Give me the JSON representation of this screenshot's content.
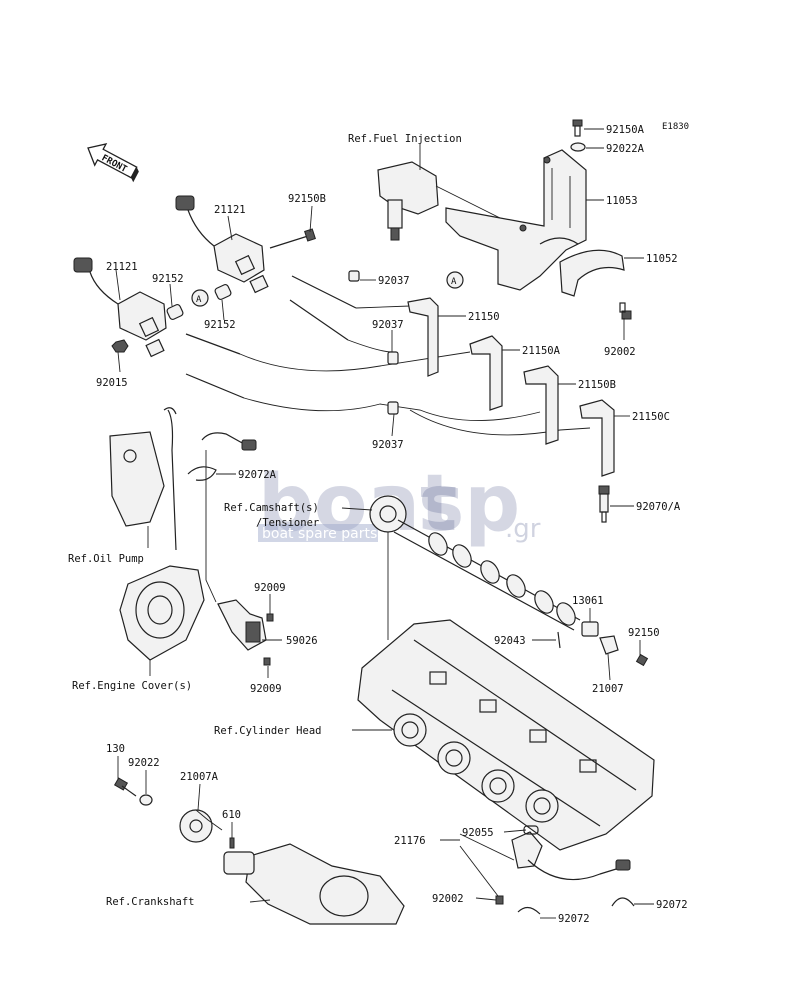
{
  "diagram_code": "E1830",
  "front_marker": "FRONT",
  "circle_marker": "A",
  "references": {
    "fuel_injection": "Ref.Fuel Injection",
    "camshaft_tensioner_1": "Ref.Camshaft(s)",
    "camshaft_tensioner_2": "/Tensioner",
    "oil_pump": "Ref.Oil Pump",
    "engine_cover": "Ref.Engine Cover(s)",
    "cylinder_head": "Ref.Cylinder Head",
    "crankshaft": "Ref.Crankshaft"
  },
  "parts": {
    "p92150A": "92150A",
    "p92022A": "92022A",
    "p11053": "11053",
    "p11052": "11052",
    "p92002_top": "92002",
    "p21121_a": "21121",
    "p21121_b": "21121",
    "p92150B": "92150B",
    "p92152_a": "92152",
    "p92152_b": "92152",
    "p92037_a": "92037",
    "p92037_b": "92037",
    "p92037_c": "92037",
    "p21150": "21150",
    "p21150A": "21150A",
    "p21150B": "21150B",
    "p21150C": "21150C",
    "p92015": "92015",
    "p92072A": "92072A",
    "p92070A": "92070/A",
    "p92009_a": "92009",
    "p92009_b": "92009",
    "p59026": "59026",
    "p13061": "13061",
    "p92150": "92150",
    "p92043": "92043",
    "p21007": "21007",
    "p130": "130",
    "p92022": "92022",
    "p21007A": "21007A",
    "p610": "610",
    "p21176": "21176",
    "p92055": "92055",
    "p92002_bottom": "92002",
    "p92072_a": "92072",
    "p92072_b": "92072"
  },
  "watermark": {
    "brand_a": "boat",
    "brand_b": "sp",
    "suffix": ".gr",
    "tagline": "boat spare parts"
  }
}
